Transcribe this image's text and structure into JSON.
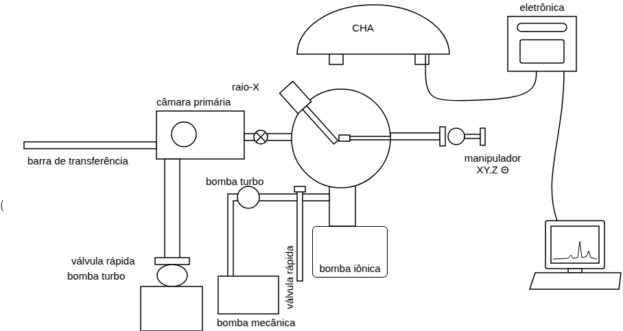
{
  "diagram": {
    "nodes": [
      {
        "text": [
          "CHA"
        ]
      },
      {
        "text": [
          "eletrônica"
        ]
      },
      {
        "text": [
          "bomba iônica"
        ]
      }
    ],
    "edges": [
      {
        "from": 0,
        "to": 1,
        "arrow": "none"
      }
    ],
    "labels": [
      "raio-X",
      "câmara primária",
      "barra de transferência",
      "válvula rápida",
      "bomba turbo",
      "bomba turbo",
      "manipulador XY.Z Θ",
      "bomba mecânica",
      "válvula rápida"
    ]
  }
}
